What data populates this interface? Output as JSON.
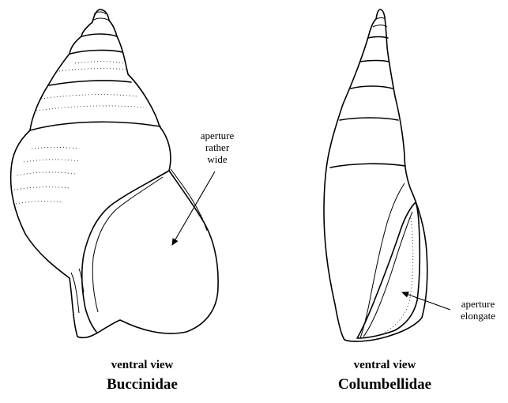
{
  "left_shell": {
    "annotation": [
      "aperture",
      "rather",
      "wide"
    ],
    "view": "ventral view",
    "family": "Buccinidae"
  },
  "right_shell": {
    "annotation": [
      "aperture",
      "elongate"
    ],
    "view": "ventral view",
    "family": "Columbellidae"
  }
}
